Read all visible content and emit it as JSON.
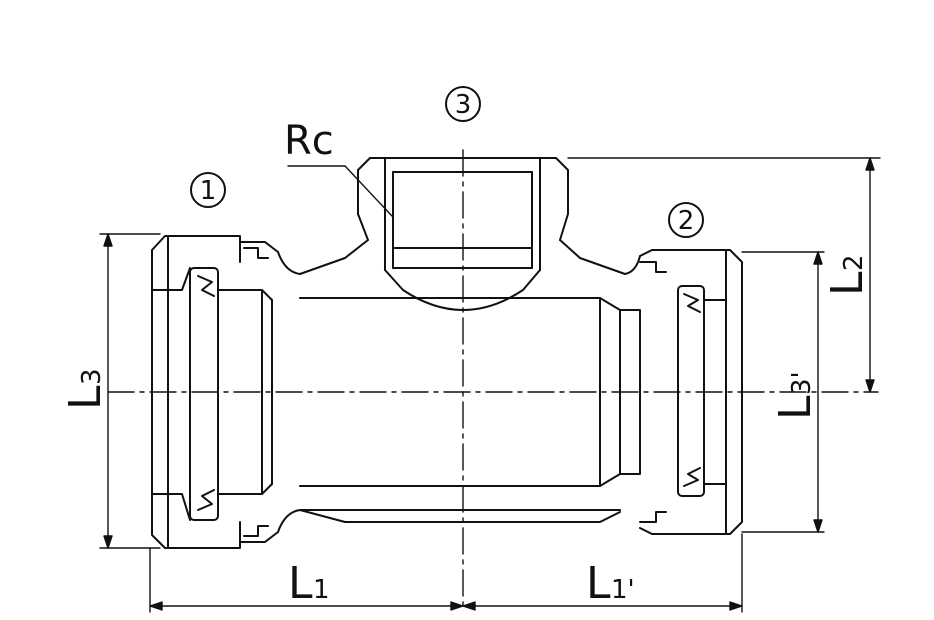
{
  "labels": {
    "port_1": "1",
    "port_2": "2",
    "port_3": "3",
    "thread": "Rc",
    "L": "L",
    "L1_sub": "1",
    "L1p_sub": "1'",
    "L2_sub": "2",
    "L3_sub": "3",
    "L3p_sub": "3'"
  },
  "colors": {
    "line": "#111111",
    "background": "#ffffff"
  }
}
